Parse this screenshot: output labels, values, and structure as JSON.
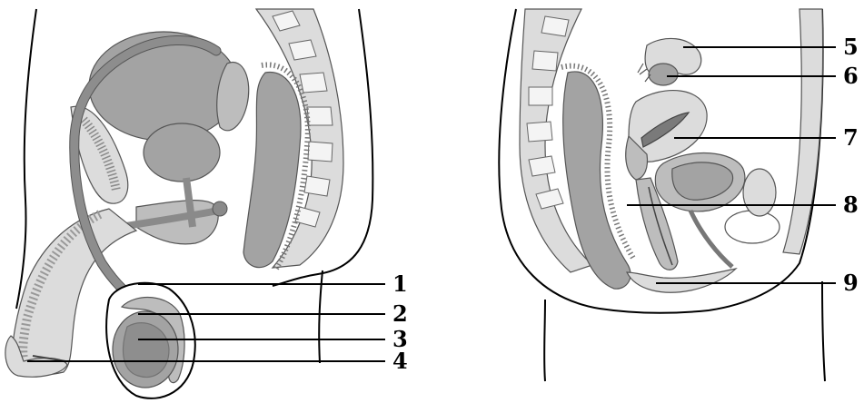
{
  "male_labels": [
    "1",
    "2",
    "3",
    "4"
  ],
  "female_labels": [
    "5",
    "6",
    "7",
    "8",
    "9"
  ]
}
